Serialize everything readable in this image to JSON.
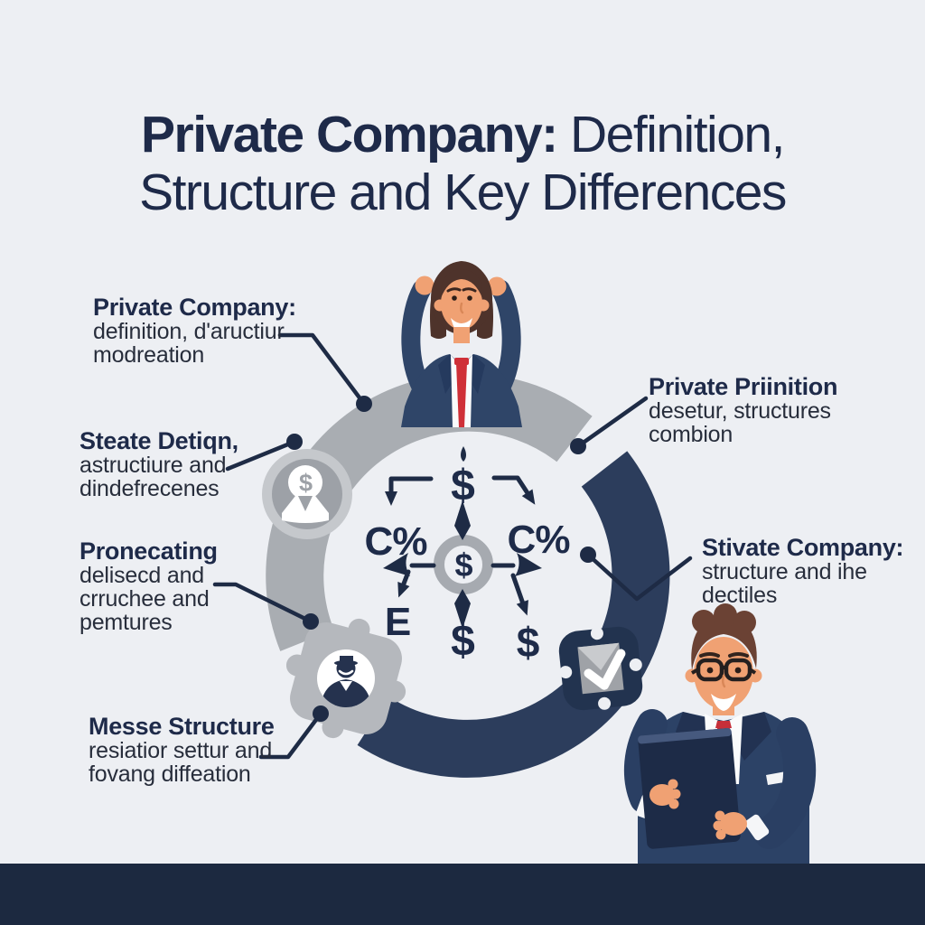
{
  "title": {
    "emphasis": "Private Company:",
    "rest": " Definition,",
    "line2": "Structure and Key Differences"
  },
  "callouts": {
    "left": [
      {
        "heading": "Private Company:",
        "lines": [
          "definition, d'aructiur",
          "modreation"
        ]
      },
      {
        "heading": "Steate Detiqn,",
        "lines": [
          "astructiure and",
          "dindefrecenes"
        ]
      },
      {
        "heading": "Pronecating",
        "lines": [
          "delisecd and",
          "crruchee and",
          "pemtures"
        ]
      },
      {
        "heading": "Messe Structure",
        "lines": [
          "resiatior settur and",
          "fovang diffeation"
        ]
      }
    ],
    "right": [
      {
        "heading": "Private Priinition",
        "lines": [
          "desetur, structures",
          "combion"
        ]
      },
      {
        "heading": "Stivate Company:",
        "lines": [
          "structure and ihe",
          "dectiles"
        ]
      }
    ]
  },
  "compass": {
    "hub": "$",
    "top": "$",
    "bottom": "$",
    "left": "C%",
    "right": "C%",
    "bottom_left": "E",
    "bottom_right": "$"
  },
  "ring": {
    "investor_symbol": "$"
  },
  "colors": {
    "background": "#edeff3",
    "navy_text": "#1e2a49",
    "ring_gray": "#a9adb2",
    "ring_navy": "#2c3d5c",
    "red_tie": "#cf3038",
    "bottom_bar": "#1c2940"
  }
}
